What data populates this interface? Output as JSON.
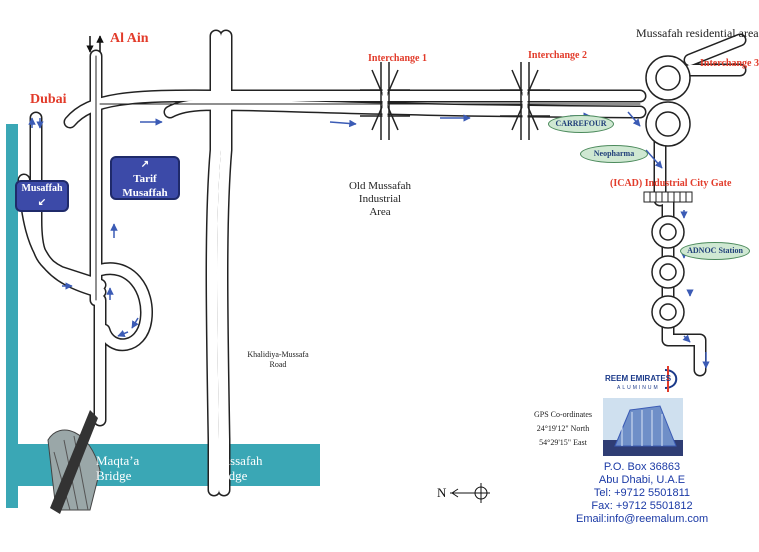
{
  "places": {
    "al_ain": "Al Ain",
    "dubai": "Dubai",
    "residential": "Mussafah residential area",
    "interchange_1": "Interchange 1",
    "interchange_2": "Interchange 2",
    "interchange_3": "Interchange 3",
    "old_mussafah": "Old Mussafah",
    "old_industrial": "Industrial",
    "old_area": "Area",
    "icad": "(ICAD) Industrial City Gate",
    "khalidiya_1": "Khalidiya-Mussafa",
    "khalidiya_2": "Road",
    "north_marker": "N"
  },
  "signs": {
    "musaffah": "Musaffah",
    "tarif_1": "Tarif",
    "tarif_2": "Musaffah"
  },
  "landmarks": {
    "carrefour": "CARREFOUR",
    "neopharma": "Neopharma",
    "adnoc": "ADNOC Station"
  },
  "bridges": {
    "maqta_1": "Maqta’a",
    "maqta_2": "Bridge",
    "mussafah_1": "Mussafah",
    "mussafah_2": "Bridge"
  },
  "gps": {
    "title": "GPS Co-ordinates",
    "north": "24°19'12\" North",
    "east": "54°29'15\" East"
  },
  "company": {
    "name": "REEM EMIRATES",
    "sub": "ALUMINUM"
  },
  "contact": {
    "po_box": "P.O. Box 36863",
    "city": "Abu Dhabi, U.A.E",
    "tel": "Tel: +9712 5501811",
    "fax": "Fax: +9712 5501812",
    "email": "Email:info@reemalum.com"
  },
  "colors": {
    "water": "#3aa7b5",
    "road_edge": "#222222",
    "arrow": "#3b5bb5",
    "sign_fill": "#3c4aa8",
    "label_red": "#e23b2a",
    "landmark_fill": "#cfe8d2"
  },
  "icons": [
    "north-arrow-icon",
    "direction-arrow-icon",
    "compass-cross-icon"
  ]
}
